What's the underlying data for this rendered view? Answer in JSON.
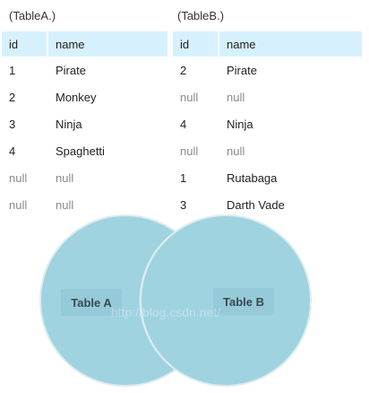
{
  "tableA": {
    "caption": "(TableA.)",
    "headers": [
      "id",
      "name"
    ],
    "rows": [
      [
        "1",
        "Pirate"
      ],
      [
        "2",
        "Monkey"
      ],
      [
        "3",
        "Ninja"
      ],
      [
        "4",
        "Spaghetti"
      ],
      [
        "null",
        "null"
      ],
      [
        "null",
        "null"
      ]
    ]
  },
  "tableB": {
    "caption": "(TableB.)",
    "headers": [
      "id",
      "name"
    ],
    "rows": [
      [
        "2",
        "Pirate"
      ],
      [
        "null",
        "null"
      ],
      [
        "4",
        "Ninja"
      ],
      [
        "null",
        "null"
      ],
      [
        "1",
        "Rutabaga"
      ],
      [
        "3",
        "Darth Vade"
      ]
    ]
  },
  "venn": {
    "left_label": "Table A",
    "right_label": "Table B",
    "watermark": "http://blog.csdn.net/",
    "fill_color": "#9fd3e0",
    "stroke_color": "#dcecef"
  }
}
